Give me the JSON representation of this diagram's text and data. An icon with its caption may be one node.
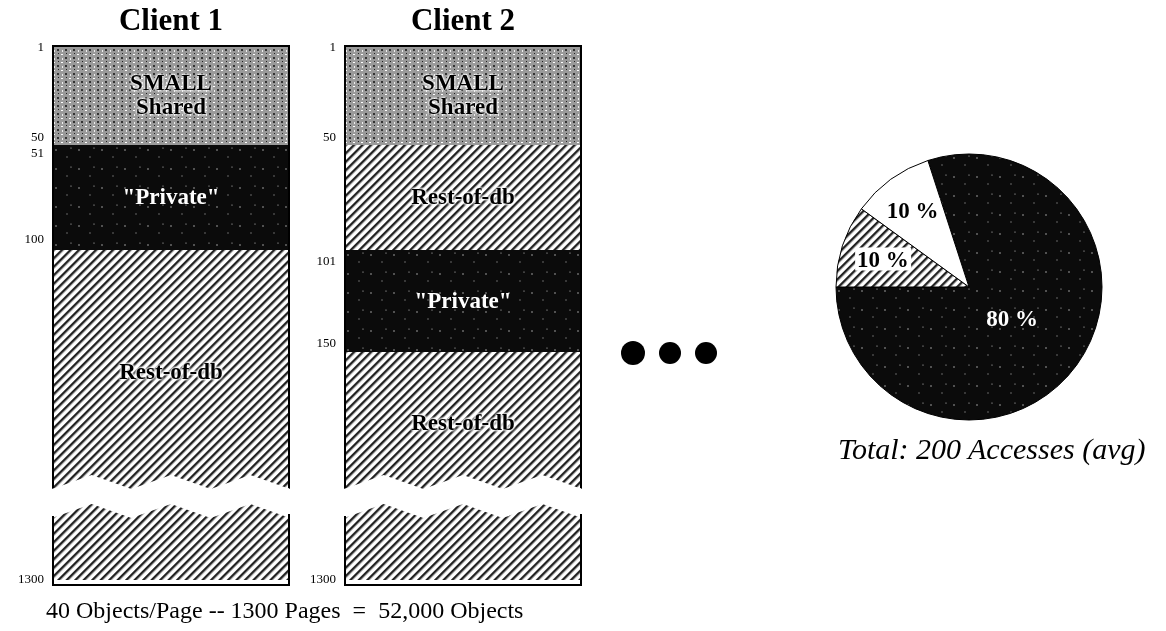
{
  "diagram": {
    "nodes": [
      {
        "text": [
          "SMALL Shared"
        ]
      },
      {
        "text": [
          "\"Private\""
        ]
      },
      {
        "text": [
          "Rest-of-db"
        ]
      },
      {
        "text": [
          "SMALL Shared"
        ]
      },
      {
        "text": [
          "Rest-of-db"
        ]
      },
      {
        "text": [
          "\"Private\""
        ]
      },
      {
        "text": [
          "Rest-of-db"
        ]
      }
    ],
    "labels": [
      "Client 1",
      "Client 2",
      "1",
      "50",
      "51",
      "100",
      "1300",
      "1",
      "50",
      "101",
      "150",
      "1300",
      "40 Objects/Page -- 1300 Pages  =  52,000 Objects",
      "Total: 200 Accesses (avg)"
    ],
    "chart_data": {
      "type": "pie",
      "categories": [
        null,
        null,
        null
      ],
      "values": [
        80,
        10,
        10
      ],
      "value_labels": [
        "80 %",
        "10 %",
        "10 %"
      ]
    }
  }
}
